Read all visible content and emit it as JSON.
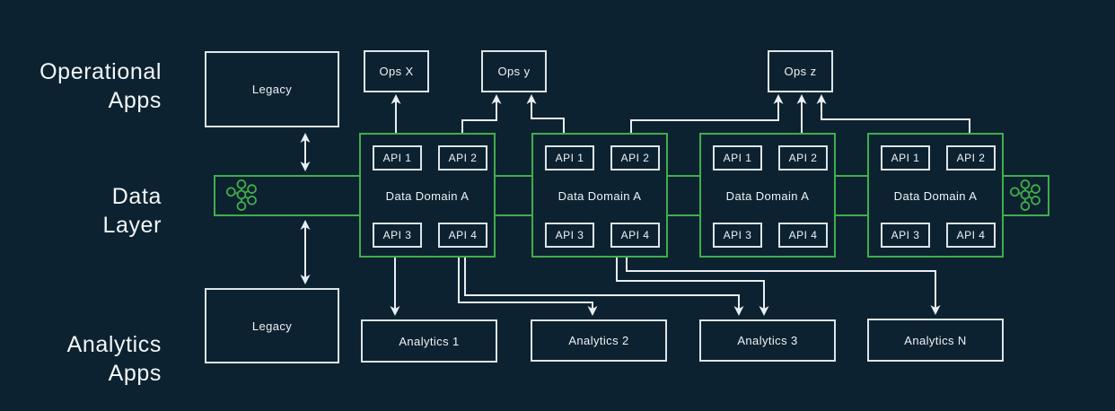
{
  "rows": [
    {
      "id": "operational-apps",
      "line1": "Operational",
      "line2": "Apps"
    },
    {
      "id": "data-layer",
      "line1": "Data",
      "line2": "Layer"
    },
    {
      "id": "analytics-apps",
      "line1": "Analytics",
      "line2": "Apps"
    }
  ],
  "boxes": {
    "legacy_top": "Legacy",
    "legacy_bottom": "Legacy",
    "ops": [
      "Ops X",
      "Ops y",
      "Ops z"
    ],
    "analytics": [
      "Analytics 1",
      "Analytics 2",
      "Analytics 3",
      "Analytics N"
    ]
  },
  "domains": [
    {
      "label": "Data Domain A",
      "apis": [
        "API 1",
        "API 2",
        "API 3",
        "API 4"
      ]
    },
    {
      "label": "Data Domain A",
      "apis": [
        "API 1",
        "API 2",
        "API 3",
        "API 4"
      ]
    },
    {
      "label": "Data Domain A",
      "apis": [
        "API 1",
        "API 2",
        "API 3",
        "API 4"
      ]
    },
    {
      "label": "Data Domain A",
      "apis": [
        "API 1",
        "API 2",
        "API 3",
        "API 4"
      ]
    }
  ],
  "icons": {
    "band_left": "cluster-network-icon",
    "band_right": "cluster-network-icon"
  },
  "colors": {
    "background": "#0d2230",
    "accent_green": "#3fae4c",
    "connector_white": "#e9eef2",
    "box_border": "#dde5e9",
    "text": "#f1f6f8"
  }
}
